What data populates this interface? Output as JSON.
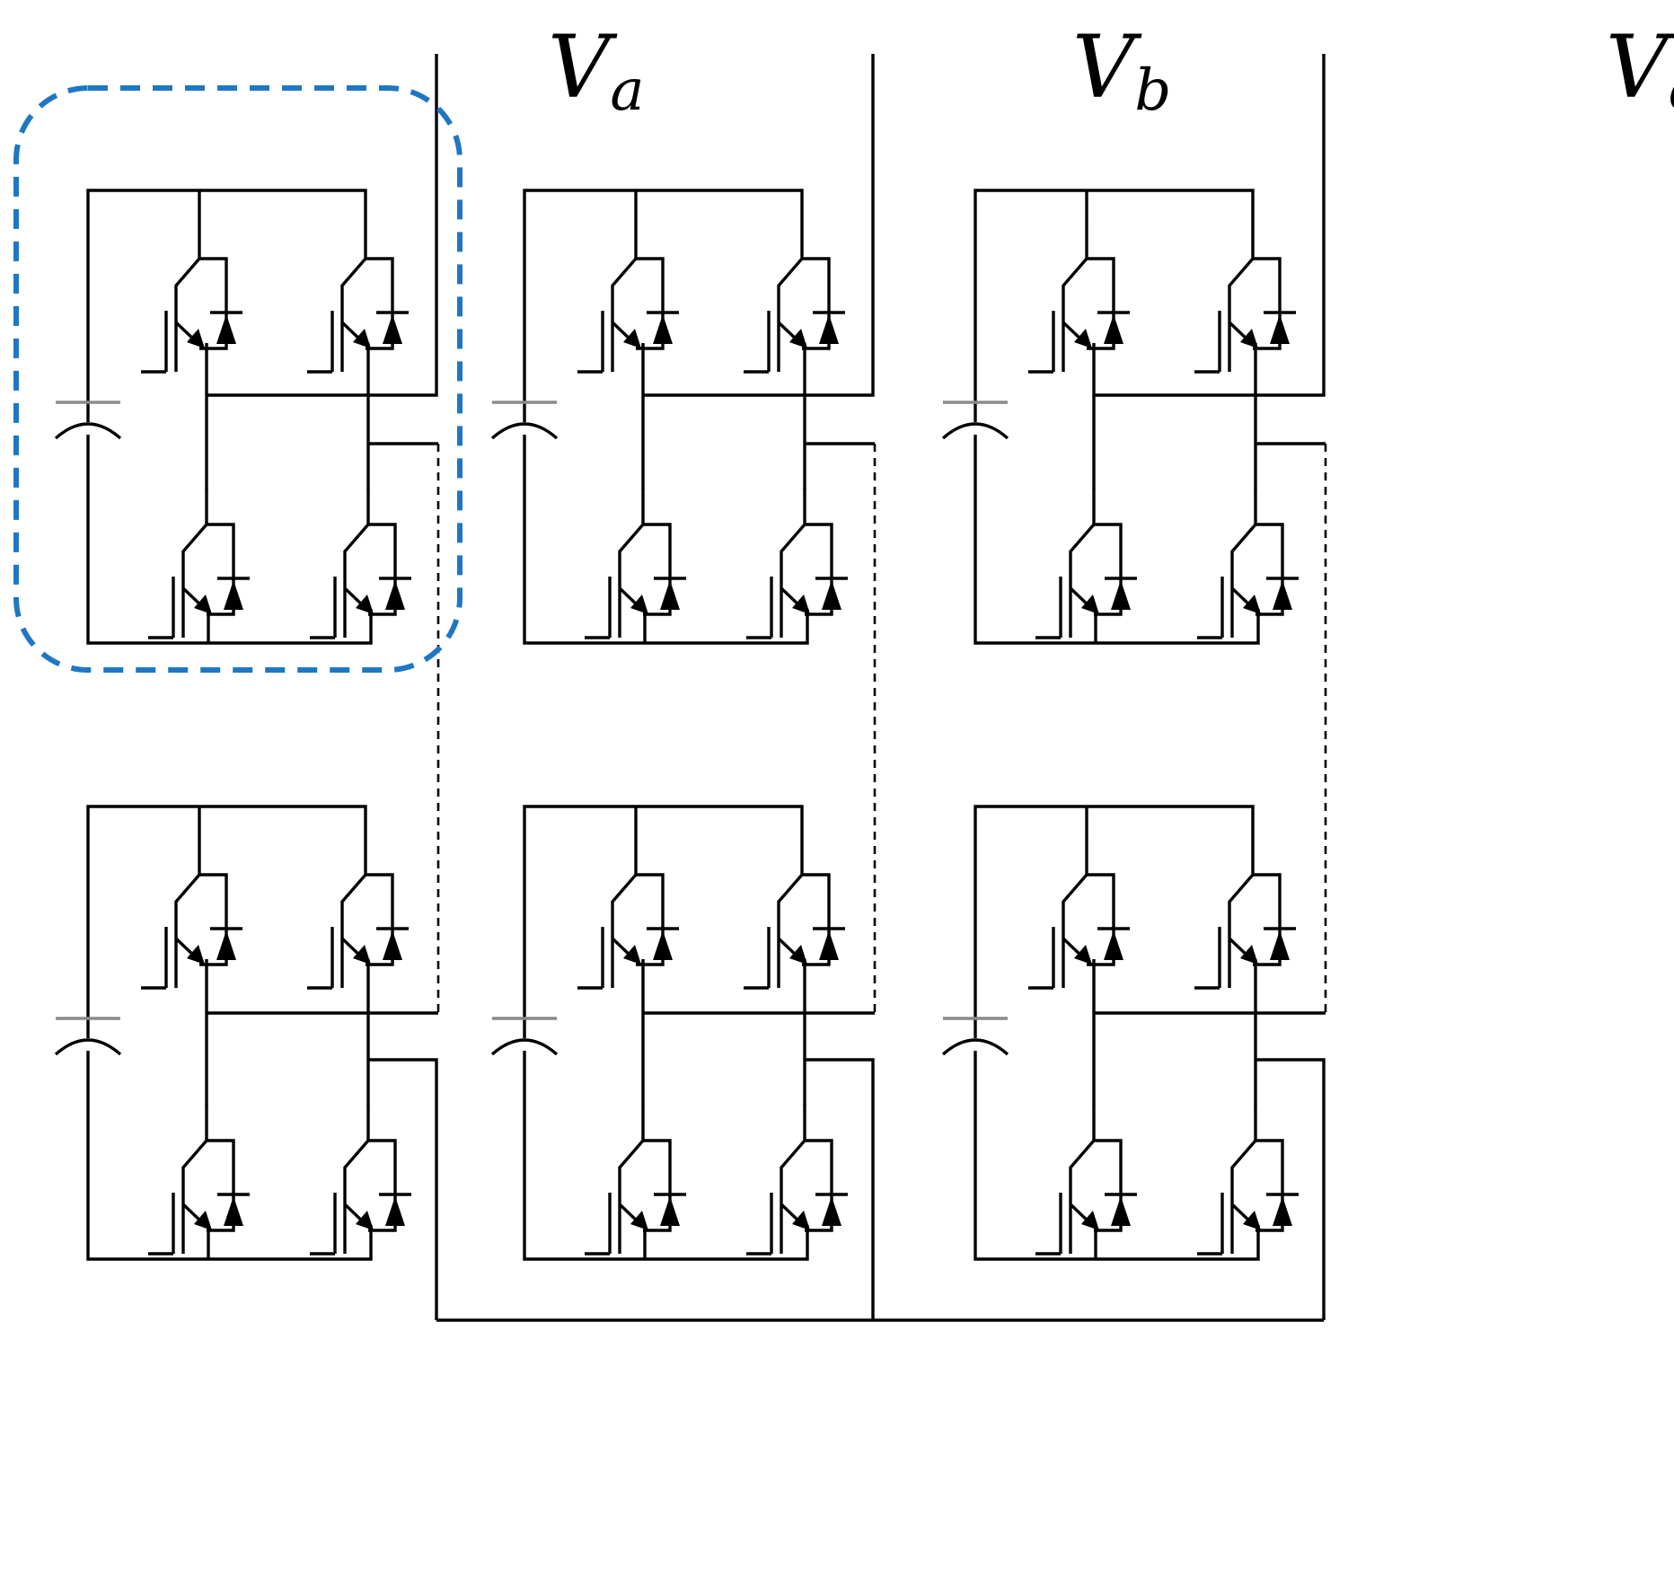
{
  "diagram": {
    "type": "cascaded H-bridge multilevel inverter (3 phases, 2 cells per phase)",
    "phase_labels": [
      {
        "main": "V",
        "sub": "a"
      },
      {
        "main": "V",
        "sub": "b"
      },
      {
        "main": "V",
        "sub": "c"
      }
    ],
    "cells_per_phase": 2,
    "switches_per_cell": 4,
    "colors": {
      "wire": "#000000",
      "capacitor": "#8a8a8a",
      "highlight": "#1f77c4",
      "background": "#ffffff"
    },
    "highlighted_cell": {
      "phase": "a",
      "position": "top"
    }
  }
}
